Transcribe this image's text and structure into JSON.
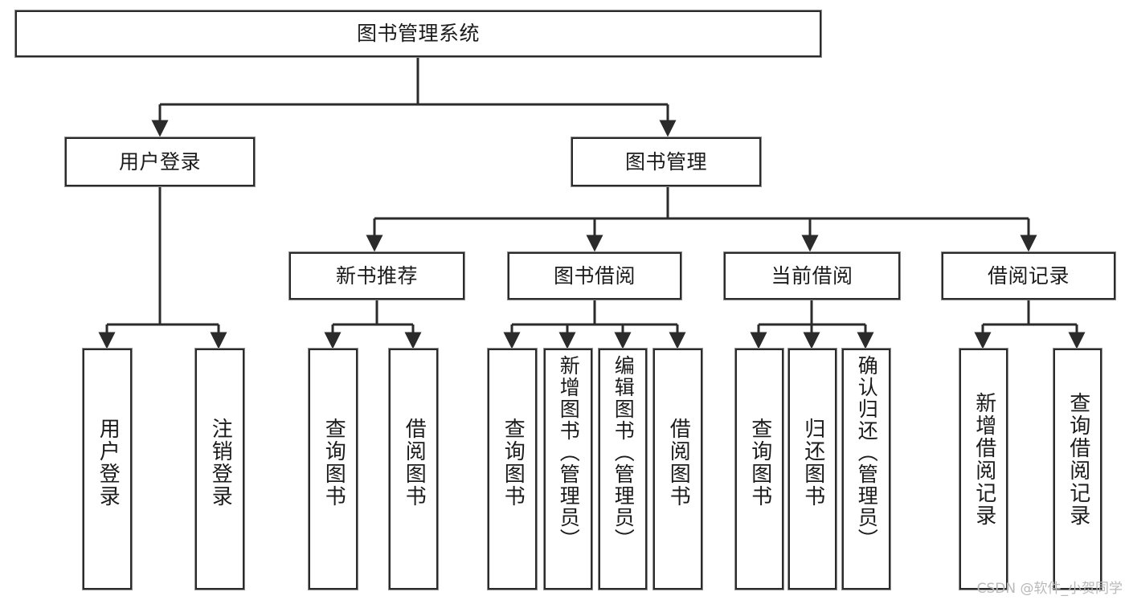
{
  "diagram": {
    "title": "图书管理系统",
    "type": "tree",
    "root": {
      "label": "图书管理系统"
    },
    "level2": [
      {
        "label": "用户登录"
      },
      {
        "label": "图书管理"
      }
    ],
    "level3": [
      {
        "label": "新书推荐"
      },
      {
        "label": "图书借阅"
      },
      {
        "label": "当前借阅"
      },
      {
        "label": "借阅记录"
      }
    ],
    "leaves": {
      "user_login": [
        {
          "label": "用户登录"
        },
        {
          "label": "注销登录"
        }
      ],
      "new_book_recommend": [
        {
          "label": "查询图书"
        },
        {
          "label": "借阅图书"
        }
      ],
      "book_borrow": [
        {
          "label": "查询图书"
        },
        {
          "label": "新增图书（管理员）"
        },
        {
          "label": "编辑图书（管理员）"
        },
        {
          "label": "借阅图书"
        }
      ],
      "current_borrow": [
        {
          "label": "查询图书"
        },
        {
          "label": "归还图书"
        },
        {
          "label": "确认归还（管理员）"
        }
      ],
      "borrow_record": [
        {
          "label": "新增借阅记录"
        },
        {
          "label": "查询借阅记录"
        }
      ]
    }
  },
  "watermark": {
    "text": "CSDN @软件_小贺同学"
  },
  "colors": {
    "box_border": "#2b2b2b",
    "box_shadow": "#8d8d8d",
    "connector": "#2b2b2b",
    "text": "#1b1b1b",
    "background": "#ffffff",
    "watermark": "#b9b9b9"
  }
}
